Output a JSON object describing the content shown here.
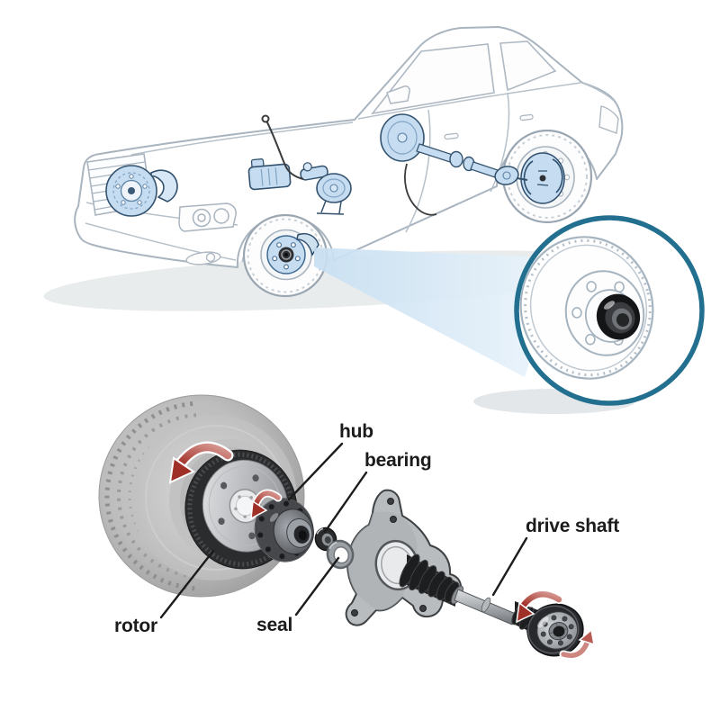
{
  "labels": {
    "hub": "hub",
    "bearing": "bearing",
    "rotor": "rotor",
    "seal": "seal",
    "drive_shaft": "drive shaft"
  },
  "icons": {
    "rotation_arrow": "red curved rotation arrow",
    "callout_circle": "magnifier callout circle showing hub and bearing detail",
    "beam": "light blue zoom beam from front wheel to callout"
  },
  "colors": {
    "background": "#ffffff",
    "callout_border": "#226f90",
    "beam_blue": "#cfe4f4",
    "component_highlight_blue": "#c6dcf0",
    "rotation_arrow_red": "#a33128",
    "label_text": "#1b1b1b",
    "car_outline": "#a9b4bf",
    "bearing_black": "#151618",
    "tire_gray": "#bdbdbd"
  }
}
